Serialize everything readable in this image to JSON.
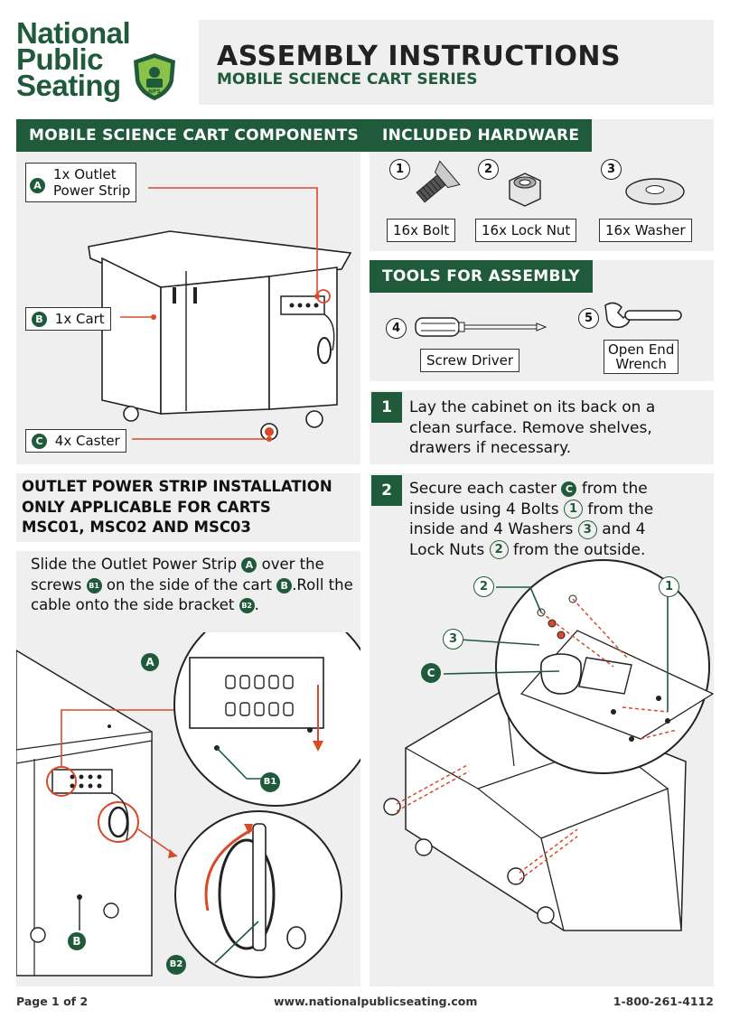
{
  "brand": {
    "logo_line1": "National",
    "logo_line2": "Public",
    "logo_line3": "Seating",
    "logo_badge": "NPS",
    "color_primary": "#1f5b3a",
    "color_accent": "#d94a2b"
  },
  "title": {
    "main": "ASSEMBLY INSTRUCTIONS",
    "sub": "MOBILE SCIENCE CART SERIES"
  },
  "components": {
    "header": "MOBILE SCIENCE CART COMPONENTS",
    "items": [
      {
        "letter": "A",
        "text_line1": "1x Outlet",
        "text_line2": "Power Strip"
      },
      {
        "letter": "B",
        "text_line1": "1x Cart"
      },
      {
        "letter": "C",
        "text_line1": "4x Caster"
      }
    ]
  },
  "hardware": {
    "header": "INCLUDED HARDWARE",
    "items": [
      {
        "num": "1",
        "label": "16x Bolt",
        "icon": "bolt-icon"
      },
      {
        "num": "2",
        "label": "16x Lock Nut",
        "icon": "lock-nut-icon"
      },
      {
        "num": "3",
        "label": "16x Washer",
        "icon": "washer-icon"
      }
    ]
  },
  "tools": {
    "header": "TOOLS FOR ASSEMBLY",
    "items": [
      {
        "num": "4",
        "label": "Screw Driver",
        "icon": "screwdriver-icon"
      },
      {
        "num": "5",
        "label_line1": "Open End",
        "label_line2": "Wrench",
        "icon": "wrench-icon"
      }
    ]
  },
  "power_strip": {
    "header_line1": "OUTLET POWER STRIP INSTALLATION",
    "header_line2": "ONLY APPLICABLE FOR CARTS",
    "header_line3": "MSC01, MSC02 AND MSC03",
    "text_p1": "Slide the Outlet Power Strip",
    "badge_a": "A",
    "text_p2": "over the screws",
    "badge_b1": "B1",
    "text_p3": "on the side of the cart",
    "badge_b": "B",
    "text_p4": ".Roll the cable onto the side bracket",
    "badge_b2": "B2",
    "text_p5": ".",
    "callouts": [
      "A",
      "B1",
      "B2",
      "B"
    ]
  },
  "steps": [
    {
      "num": "1",
      "line1": "Lay the cabinet on its back on a",
      "line2": "clean surface. Remove shelves,",
      "line3": "drawers if necessary."
    },
    {
      "num": "2",
      "l1a": "Secure each caster",
      "l1badge": "C",
      "l1b": "from the",
      "l2a": "inside using 4 Bolts",
      "l2num": "1",
      "l2b": "from the",
      "l3a": "inside and 4 Washers",
      "l3num": "3",
      "l3b": "and 4",
      "l4a": "Lock Nuts",
      "l4num": "2",
      "l4b": "from the outside.",
      "callouts": [
        "2",
        "3",
        "C",
        "1"
      ]
    }
  ],
  "footer": {
    "page": "Page 1 of 2",
    "url": "www.nationalpublicseating.com",
    "phone": "1-800-261-4112"
  }
}
